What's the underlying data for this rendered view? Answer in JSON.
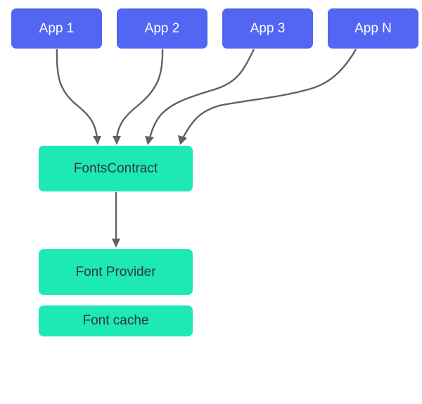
{
  "apps": [
    {
      "label": "App 1"
    },
    {
      "label": "App 2"
    },
    {
      "label": "App 3"
    },
    {
      "label": "App N"
    }
  ],
  "fonts_contract": {
    "label": "FontsContract"
  },
  "font_provider": {
    "label": "Font Provider"
  },
  "font_cache": {
    "label": "Font cache"
  },
  "colors": {
    "app_node": "#5266f3",
    "system_node": "#1ee8b4",
    "arrow": "#616161"
  },
  "edges": [
    {
      "from": "App 1",
      "to": "FontsContract"
    },
    {
      "from": "App 2",
      "to": "FontsContract"
    },
    {
      "from": "App 3",
      "to": "FontsContract"
    },
    {
      "from": "App N",
      "to": "FontsContract"
    },
    {
      "from": "FontsContract",
      "to": "Font Provider"
    }
  ]
}
